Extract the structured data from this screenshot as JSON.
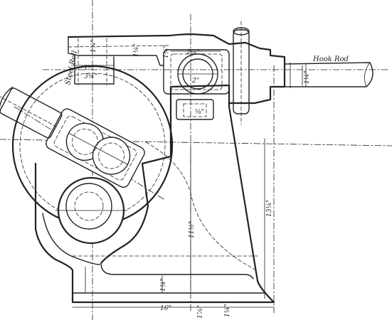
{
  "labels": {
    "steel_roll": "Steel Roll",
    "hook_rod": "Hook Rod"
  },
  "dimensions": {
    "top_1_3_4_a": "1¾\"",
    "top_1_1_4": "1¼\"",
    "top_1_3_4_b": "1¾\"",
    "top_2_1_4": "2¼\"",
    "top_1_1_2": "1½\"",
    "top_3_3_4": "3¾\"",
    "pin_2": "2\"",
    "pin_5_8": "⅝\"",
    "rod_1_1_4": "1¼\"",
    "height_11_1_2": "11½\"",
    "height_13_1_4": "13¼\"",
    "base_1_3_4": "1¾\"",
    "base_16": "16\"",
    "base_1_7_8": "1⅞\"",
    "base_1_1_4": "1¼\""
  }
}
